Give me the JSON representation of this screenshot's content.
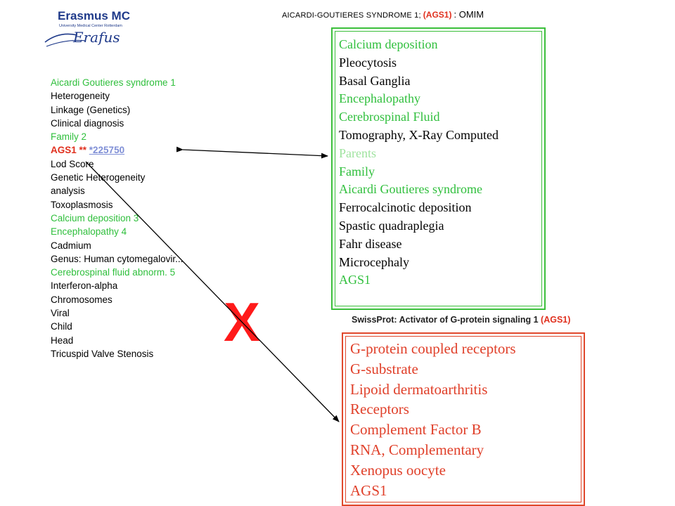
{
  "logo": {
    "name": "Erasmus MC",
    "subtitle": "University Medical Center Rotterdam",
    "script": "Erafus"
  },
  "omim_header": {
    "main": "AICARDI-GOUTIERES SYNDROME 1;",
    "code": "(AGS1)",
    "tail": ": OMIM"
  },
  "left_list": [
    {
      "text": "Aicardi Goutieres syndrome 1",
      "style": "green"
    },
    {
      "text": "Heterogeneity",
      "style": "black"
    },
    {
      "text": "Linkage (Genetics)",
      "style": "black"
    },
    {
      "text": "Clinical diagnosis",
      "style": "black"
    },
    {
      "text": "Family 2",
      "style": "green"
    },
    {
      "text": "AGS1 ** ",
      "link": "*225750",
      "style": "red"
    },
    {
      "text": "Lod Score",
      "style": "black"
    },
    {
      "text": "Genetic Heterogeneity",
      "style": "black"
    },
    {
      "text": "analysis",
      "style": "black"
    },
    {
      "text": "Toxoplasmosis",
      "style": "black"
    },
    {
      "text": "Calcium deposition 3",
      "style": "green"
    },
    {
      "text": "Encephalopathy 4",
      "style": "green"
    },
    {
      "text": "Cadmium",
      "style": "black"
    },
    {
      "text": "Genus: Human cytomegalovir...",
      "style": "black"
    },
    {
      "text": "Cerebrospinal fluid abnorm. 5",
      "style": "green"
    },
    {
      "text": "Interferon-alpha",
      "style": "black"
    },
    {
      "text": "Chromosomes",
      "style": "black"
    },
    {
      "text": "Viral",
      "style": "black"
    },
    {
      "text": "Child",
      "style": "black"
    },
    {
      "text": "Head",
      "style": "black"
    },
    {
      "text": "Tricuspid Valve Stenosis",
      "style": "black"
    }
  ],
  "omim_terms": [
    {
      "text": "Calcium deposition",
      "style": "green"
    },
    {
      "text": "Pleocytosis",
      "style": "black"
    },
    {
      "text": "Basal Ganglia",
      "style": "black"
    },
    {
      "text": "Encephalopathy",
      "style": "green"
    },
    {
      "text": "Cerebrospinal Fluid",
      "style": "green"
    },
    {
      "text": "Tomography, X-Ray Computed",
      "style": "black"
    },
    {
      "text": "Parents",
      "style": "lightgreen"
    },
    {
      "text": "Family",
      "style": "green"
    },
    {
      "text": "Aicardi Goutieres syndrome",
      "style": "green"
    },
    {
      "text": "Ferrocalcinotic deposition",
      "style": "black"
    },
    {
      "text": "Spastic quadraplegia",
      "style": "black"
    },
    {
      "text": "Fahr disease",
      "style": "black"
    },
    {
      "text": "Microcephaly",
      "style": "black"
    },
    {
      "text": "AGS1",
      "style": "green"
    }
  ],
  "swissprot_header": {
    "main": "SwissProt: Activator of G-protein signaling 1",
    "code": "(AGS1)"
  },
  "swissprot_terms": [
    "G-protein coupled receptors",
    "G-substrate",
    "Lipoid dermatoarthritis",
    "Receptors",
    "Complement Factor B",
    "RNA, Complementary",
    "Xenopus oocyte",
    "AGS1"
  ],
  "cross_mark": "X",
  "colors": {
    "green": "#2fbf3c",
    "red": "#e0301e",
    "link": "#7f8fd6",
    "logo_blue": "#1f3a8a"
  }
}
